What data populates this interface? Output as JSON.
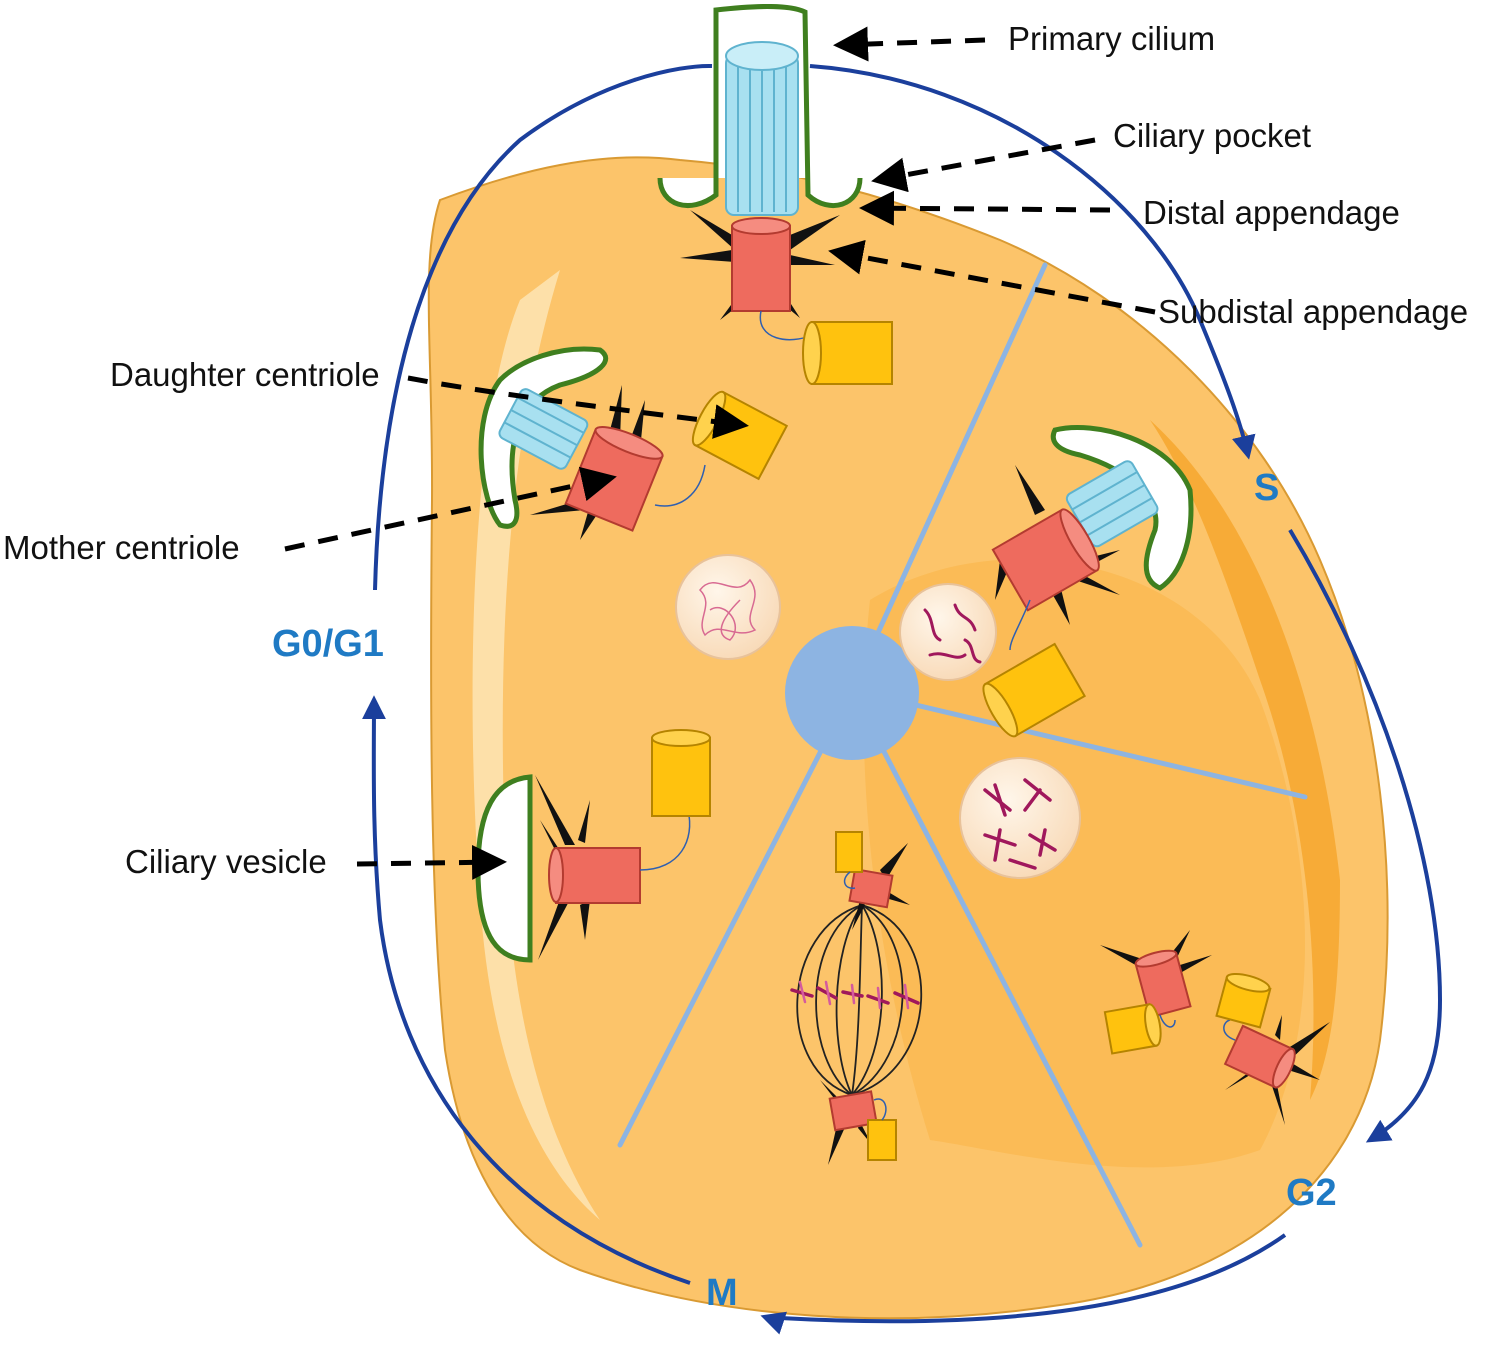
{
  "labels": {
    "primary_cilium": "Primary cilium",
    "ciliary_pocket": "Ciliary pocket",
    "distal_appendage": "Distal appendage",
    "subdistal_appendage": "Subdistal appendage",
    "daughter_centriole": "Daughter centriole",
    "mother_centriole": "Mother centriole",
    "ciliary_vesicle": "Ciliary vesicle"
  },
  "phases": {
    "g0g1": "G0/G1",
    "s": "S",
    "g2": "G2",
    "m": "M"
  },
  "colors": {
    "cell_fill": "#FCC46A",
    "cell_edge": "#D99A33",
    "cycle_arrow": "#1B3F9C",
    "phase_text": "#1F7AC4",
    "divider": "#8DB4E2",
    "center_disc": "#8DB4E2",
    "mother_centriole": "#EE6B5E",
    "daughter_centriole": "#FFC20E",
    "axoneme": "#A8E0F0",
    "membrane": "#3F7F1F",
    "chromatin": "#A0185C"
  }
}
